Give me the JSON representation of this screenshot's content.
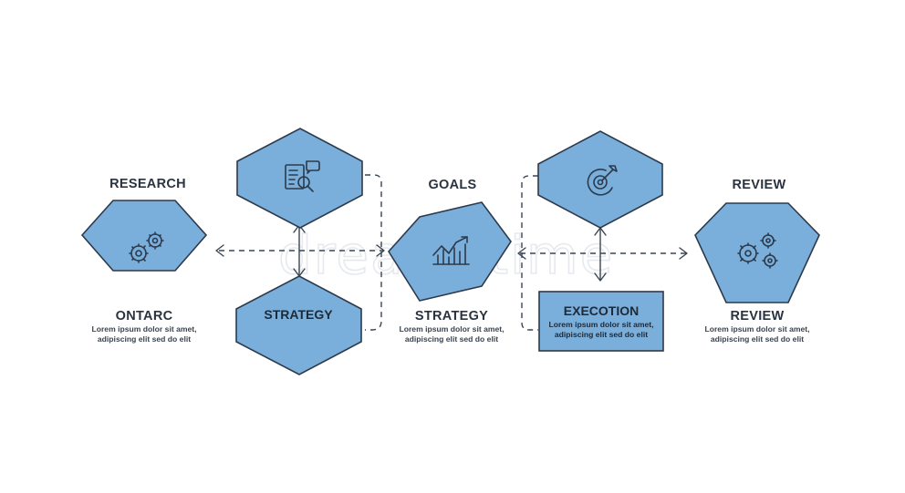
{
  "watermark": "dreamstime",
  "labels": {
    "research_title": "RESEARCH",
    "goals_title": "GOALS",
    "review_title": "REVIEW",
    "onarc": "ONTARC",
    "strategy_inner": "STRATEGY",
    "strategy_below": "STRATEGY",
    "execution_inner": "EXECOTION",
    "review_below": "REVIEW"
  },
  "descriptions": {
    "line1": "Lorem ipsum dolor sit amet,",
    "line2": "adipiscing elit sed do elit"
  },
  "icons": {
    "research_hex": "gears-icon",
    "top_left_hex": "document-search-icon",
    "goals_hex": "growth-chart-icon",
    "top_right_hex": "target-wrench-icon",
    "review_hex": "gears-icon"
  },
  "colors": {
    "hex_fill": "#7aaedb",
    "stroke": "#2c3a4b",
    "text": "#2a3340"
  }
}
